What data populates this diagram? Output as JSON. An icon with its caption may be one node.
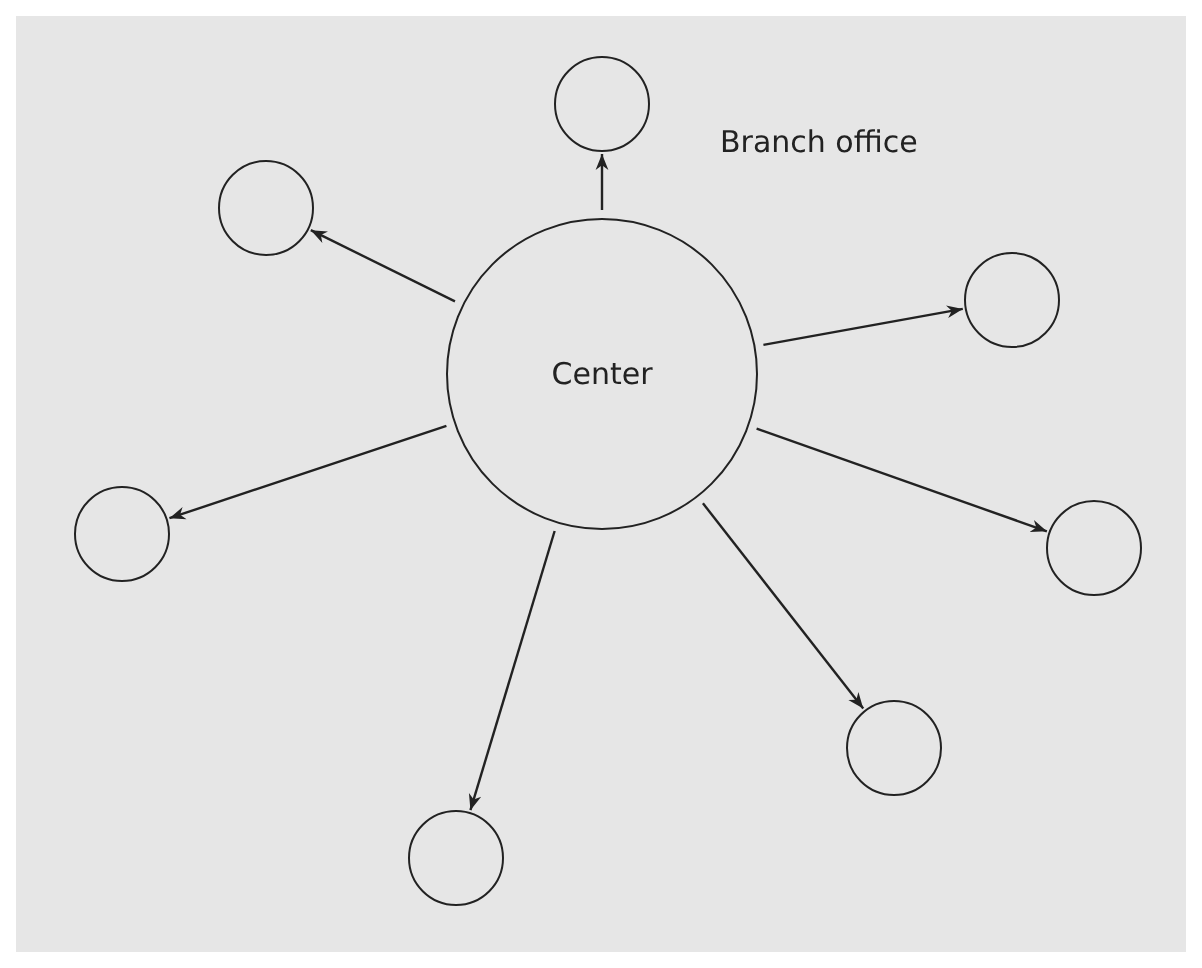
{
  "diagram": {
    "nodes": [
      {
        "text": [],
        "shape": "circle"
      },
      {
        "text": [],
        "shape": "circle"
      },
      {
        "text": [],
        "shape": "circle"
      },
      {
        "text": [
          "Center"
        ]
      },
      {
        "text": [],
        "shape": "circle"
      },
      {
        "text": [],
        "shape": "circle"
      },
      {
        "text": [],
        "shape": "circle"
      },
      {
        "text": [],
        "shape": "circle"
      }
    ],
    "edges": [
      {
        "from": 3,
        "to": 0,
        "arrow": "to"
      },
      {
        "from": 3,
        "to": 1,
        "arrow": "to"
      },
      {
        "from": 3,
        "to": 2,
        "arrow": "to"
      },
      {
        "from": 3,
        "to": 4,
        "arrow": "to"
      },
      {
        "from": 3,
        "to": 5,
        "arrow": "to"
      },
      {
        "from": 3,
        "to": 6,
        "arrow": "to"
      },
      {
        "from": 3,
        "to": 7,
        "arrow": "to"
      }
    ],
    "labels": [
      "Branch office"
    ]
  }
}
